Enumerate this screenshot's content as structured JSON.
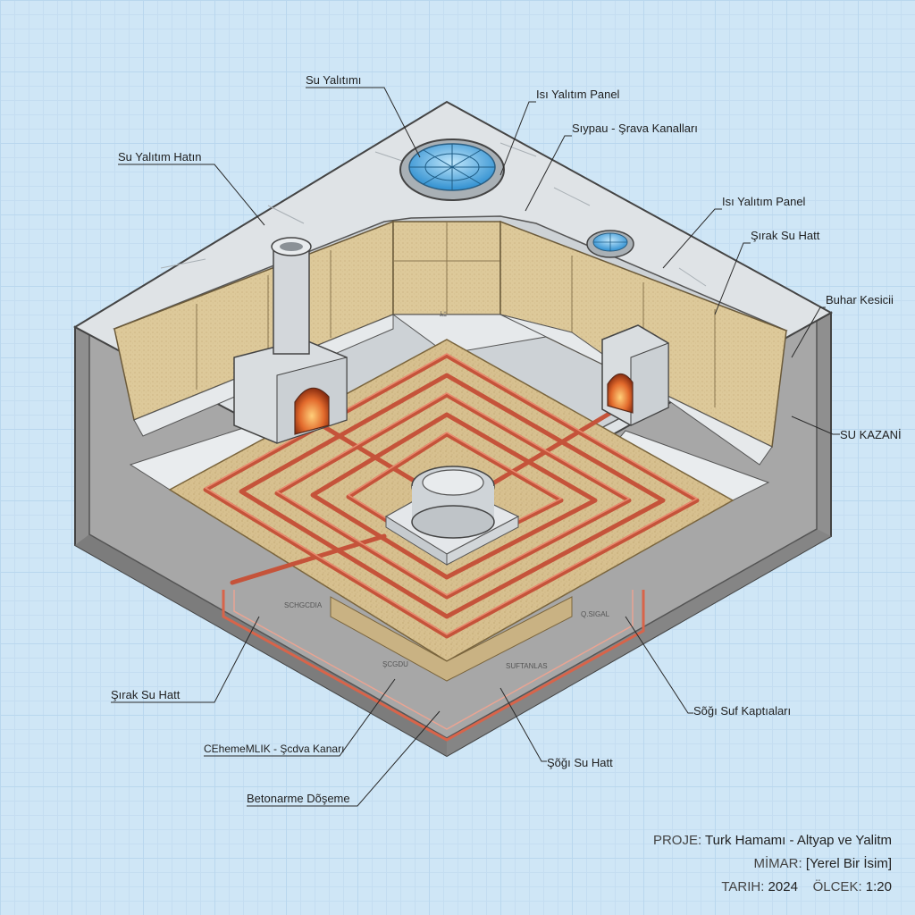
{
  "labels": {
    "su_yalitimi": "Su Yalıtımı",
    "isi_panel_1": "Isı Yalıtım Panel",
    "kanallar": "Sıypau - Şrava Kanalları",
    "su_hatti_top": "Su Yalıtım Hatın",
    "isi_panel_2": "Isı Yalıtım Panel",
    "sirak_top": "Şırak Su Hatt",
    "buhar": "Buhar Kesicii",
    "kazan": "SU KAZANİ",
    "sirak_bottom": "Şırak Su Hatt",
    "sogu_kaptan": "Sõğı Suf Kaptıaları",
    "cehemelik": "CEhemeMLIK - Şcdva Kanarı",
    "sogu_hatt": "Şõğı Su Hatt",
    "beton": "Betonarme Dõşeme"
  },
  "small_marks": {
    "m1": "ﾑﾆ",
    "m2": "SCHGCDIA",
    "m3": "ŞCGDU",
    "m4": "SUFTANLAS",
    "m5": "Q.SIGAL"
  },
  "title_block": {
    "proje_key": "PROJE:",
    "proje_val": "Turk Hamamı - Altyap ve Yalitm",
    "mimar_key": "MİMAR:",
    "mimar_val": "[Yerel Bir İsim]",
    "tarih_key": "TARIH:",
    "tarih_val": "2024",
    "olcek_key": "ÖLCEK:",
    "olcek_val": "1:20"
  },
  "colors": {
    "background": "#cfe6f6",
    "marble": "#e9ecee",
    "concrete": "#9a9a9a",
    "sandstone": "#d9c494",
    "pipe": "#c8563a",
    "glass": "#5fb6e4"
  }
}
